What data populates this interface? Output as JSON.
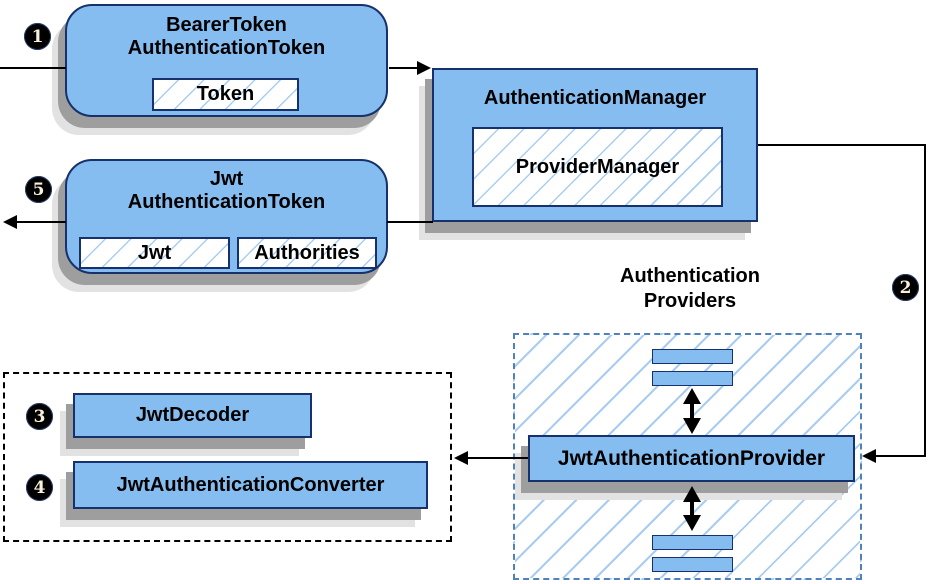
{
  "steps": {
    "s1": "1",
    "s2": "2",
    "s3": "3",
    "s4": "4",
    "s5": "5"
  },
  "nodes": {
    "bearer_token": {
      "line1": "BearerToken",
      "line2": "AuthenticationToken",
      "token": "Token"
    },
    "authentication_manager": {
      "title": "AuthenticationManager",
      "provider_manager": "ProviderManager"
    },
    "jwt_authentication_token": {
      "line1": "Jwt",
      "line2": "AuthenticationToken",
      "jwt": "Jwt",
      "authorities": "Authorities"
    },
    "authentication_providers": {
      "label_line1": "Authentication",
      "label_line2": "Providers",
      "jwt_authentication_provider": "JwtAuthenticationProvider"
    },
    "resolvers": {
      "jwt_decoder": "JwtDecoder",
      "jwt_authentication_converter": "JwtAuthenticationConverter"
    }
  },
  "colors": {
    "node_fill": "#85BDF0",
    "node_border": "#16316B",
    "hatch_line": "#A9CDF2",
    "region_border": "#4F81BD",
    "dotted_border": "#000000",
    "connector": "#000000",
    "shadow_dark": "#9E9E9E",
    "shadow_light": "#E2E2E2",
    "badge_bg": "#000000",
    "badge_text": "#F8F0DC"
  }
}
